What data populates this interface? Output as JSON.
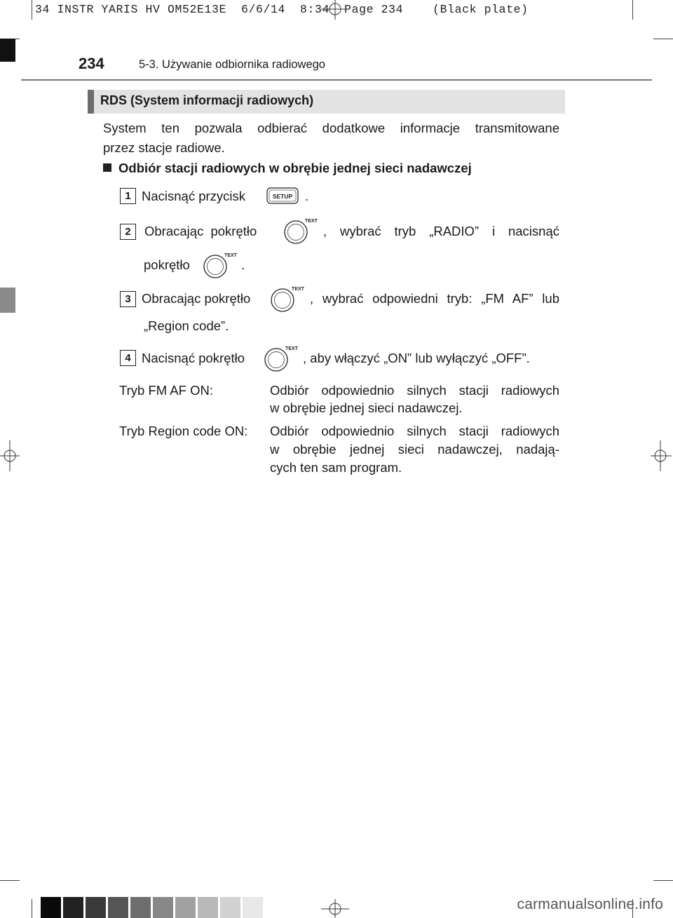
{
  "print_slug": "34 INSTR YARIS HV OM52E13E  6/6/14  8:34  Page 234    (Black plate)",
  "header": {
    "page_number": "234",
    "section_title": "5-3. Używanie odbiornika radiowego"
  },
  "title_bar": "RDS (System informacji radiowych)",
  "intro": {
    "line1": "System ten pozwala odbierać dodatkowe informacje transmitowane",
    "line2": "przez stacje radiowe."
  },
  "subheading": "Odbiór stacji radiowych w obrębie jednej sieci nadawczej",
  "icons": {
    "setup_label": "SETUP",
    "knob_label": "TEXT"
  },
  "steps": [
    {
      "number": "1",
      "text_before": "Nacisnąć przycisk",
      "text_after": "."
    },
    {
      "number": "2",
      "text_before": "Obracając pokrętło",
      "text_after": ", wybrać tryb „RADIO” i nacisnąć",
      "line2_before": "pokrętło",
      "line2_after": "."
    },
    {
      "number": "3",
      "text_before": "Obracając pokrętło",
      "text_after": ", wybrać odpowiedni tryb: „FM AF” lub",
      "line2": "„Region code”."
    },
    {
      "number": "4",
      "text_before": "Nacisnąć pokrętło",
      "text_after": ", aby włączyć „ON” lub wyłączyć „OFF”."
    }
  ],
  "modes": [
    {
      "term": "Tryb FM AF ON:",
      "lines": [
        "Odbiór odpowiednio silnych stacji radiowych",
        "w obrębie jednej sieci nadawczej."
      ]
    },
    {
      "term": "Tryb Region code ON:",
      "lines": [
        "Odbiór odpowiednio silnych stacji radiowych",
        "w obrębie jednej sieci nadawczej, nadają-",
        "cych ten sam program."
      ]
    }
  ],
  "color_bar": [
    "#0a0a0a",
    "#222222",
    "#3a3a3a",
    "#555555",
    "#6e6e6e",
    "#888888",
    "#a0a0a0",
    "#b9b9b9",
    "#d2d2d2",
    "#e8e8e8"
  ],
  "watermark": "carmanualsonline.info"
}
